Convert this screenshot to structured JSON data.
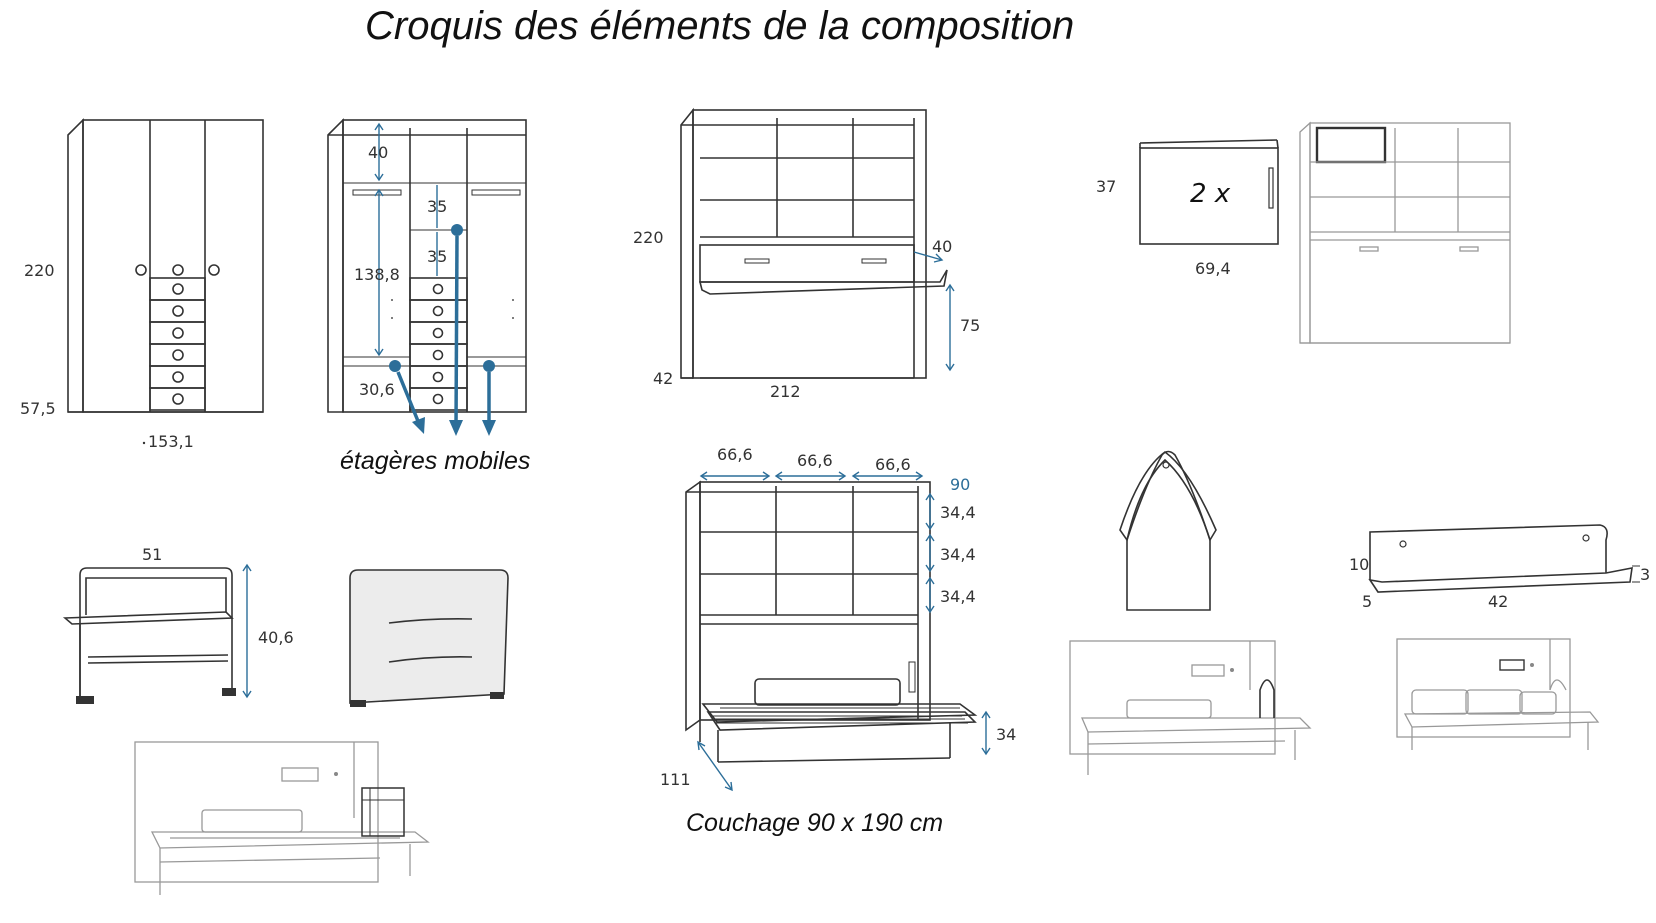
{
  "title": "Croquis des éléments de la composition",
  "captions": {
    "shelves": "étagères mobiles",
    "couchage": "Couchage 90 x 190 cm"
  },
  "colors": {
    "dimension_blue": "#2c6e99",
    "line": "#333333",
    "light_line": "#999999"
  },
  "dimensions": {
    "wardrobe_height": "220",
    "wardrobe_depth": "57,5",
    "wardrobe_width": "153,1",
    "interior_top": "40",
    "interior_shelf_1": "35",
    "interior_shelf_2": "35",
    "interior_hanging": "138,8",
    "interior_bottom": "30,6",
    "bedunit_height": "220",
    "bedunit_depth": "42",
    "bedunit_width": "212",
    "bedunit_front": "40",
    "bedunit_bed_height": "75",
    "panel_height": "37",
    "panel_qty": "2 x",
    "panel_width": "69,4",
    "bookcase_col_1": "66,6",
    "bookcase_col_2": "66,6",
    "bookcase_col_3": "66,6",
    "bookcase_depth": "90",
    "bookcase_row_1": "34,4",
    "bookcase_row_2": "34,4",
    "bookcase_row_3": "34,4",
    "bed_leg_height": "34",
    "bed_depth": "111",
    "desk_width": "51",
    "desk_height": "40,6",
    "shelf_height": "10",
    "shelf_depth": "5",
    "shelf_width": "42",
    "shelf_lip": "3"
  }
}
